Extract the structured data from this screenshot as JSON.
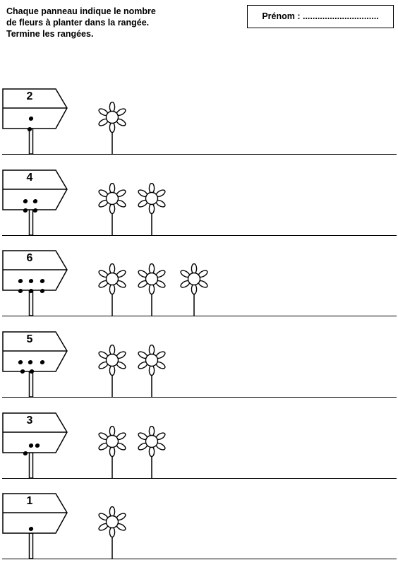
{
  "instructions": {
    "line1": "Chaque panneau indique le nombre",
    "line2": "de fleurs à planter dans la rangée.",
    "line3": "Termine  les rangées."
  },
  "name_field": {
    "label": "Prénom : ..............................."
  },
  "rows": [
    {
      "number": "2",
      "dots": 2,
      "flowers": 1
    },
    {
      "number": "4",
      "dots": 4,
      "flowers": 2
    },
    {
      "number": "6",
      "dots": 6,
      "flowers": 3
    },
    {
      "number": "5",
      "dots": 5,
      "flowers": 2
    },
    {
      "number": "3",
      "dots": 3,
      "flowers": 2
    },
    {
      "number": "1",
      "dots": 1,
      "flowers": 1
    }
  ]
}
